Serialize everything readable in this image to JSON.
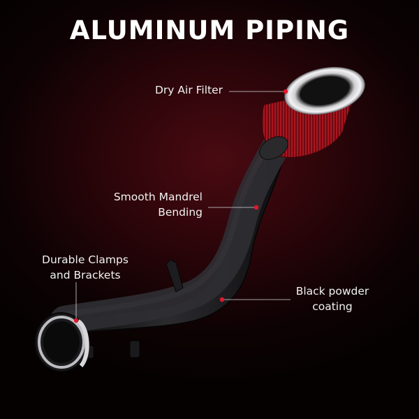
{
  "page": {
    "title": "ALUMINUM PIPING"
  },
  "callouts": {
    "filter": {
      "line1": "Dry Air Filter"
    },
    "bending": {
      "line1": "Smooth Mandrel",
      "line2": "Bending"
    },
    "clamps": {
      "line1": "Durable Clamps",
      "line2": "and Brackets"
    },
    "coating": {
      "line1": "Black powder",
      "line2": "coating"
    }
  },
  "colors": {
    "background": "#2a0509",
    "accent": "#e0192b",
    "filter_red": "#a8141e",
    "pipe": "#1c1c1e"
  }
}
